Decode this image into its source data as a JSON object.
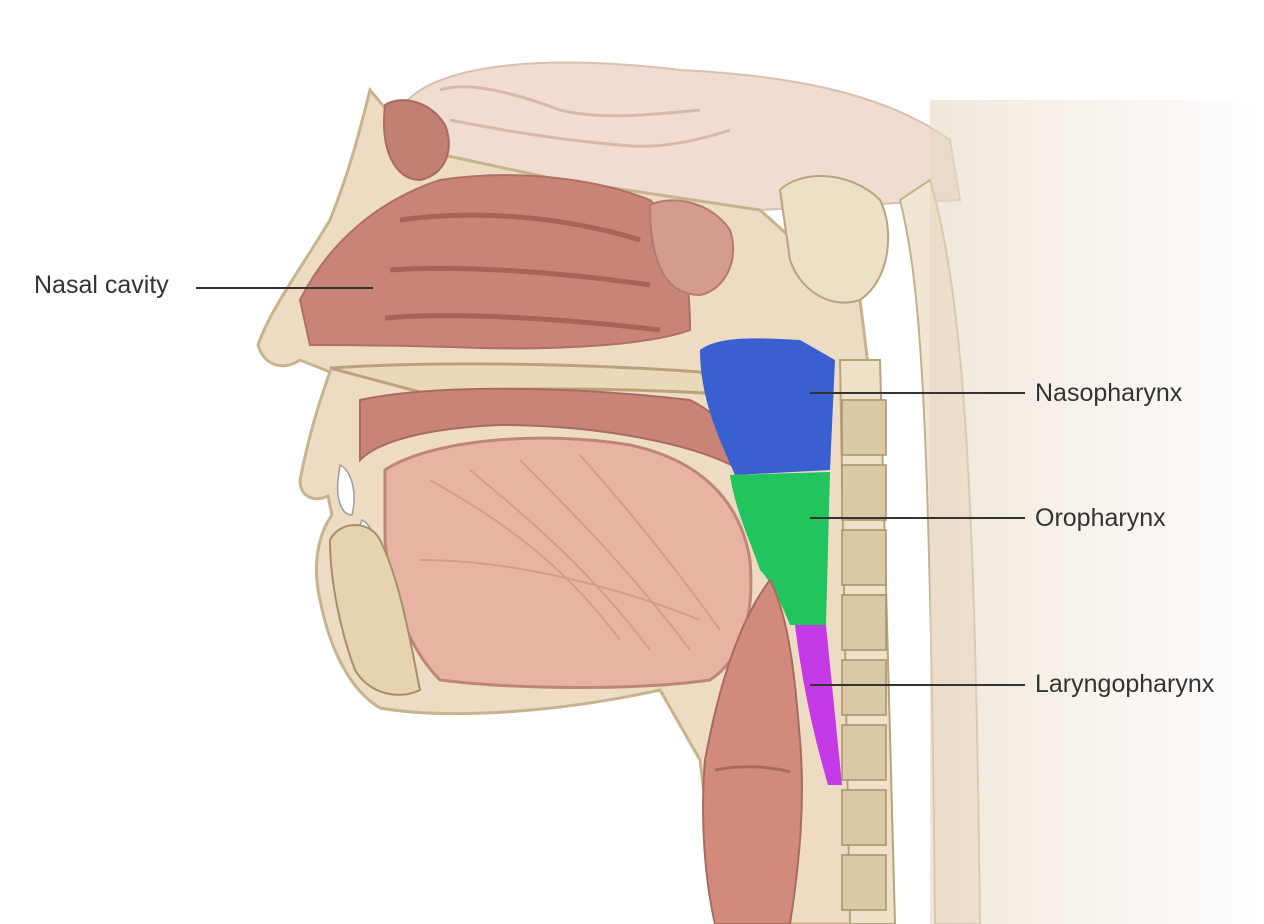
{
  "labels": {
    "nasal_cavity": "Nasal cavity",
    "nasopharynx": "Nasopharynx",
    "oropharynx": "Oropharynx",
    "laryngopharynx": "Laryngopharynx"
  },
  "colors": {
    "nasopharynx": "#3a5fd0",
    "oropharynx": "#22c45e",
    "laryngopharynx": "#c43ae6",
    "soft_tissue": "#d89a8e",
    "bone": "#efe3c8",
    "muscle": "#e9b3a4",
    "leader_line": "#333333"
  }
}
